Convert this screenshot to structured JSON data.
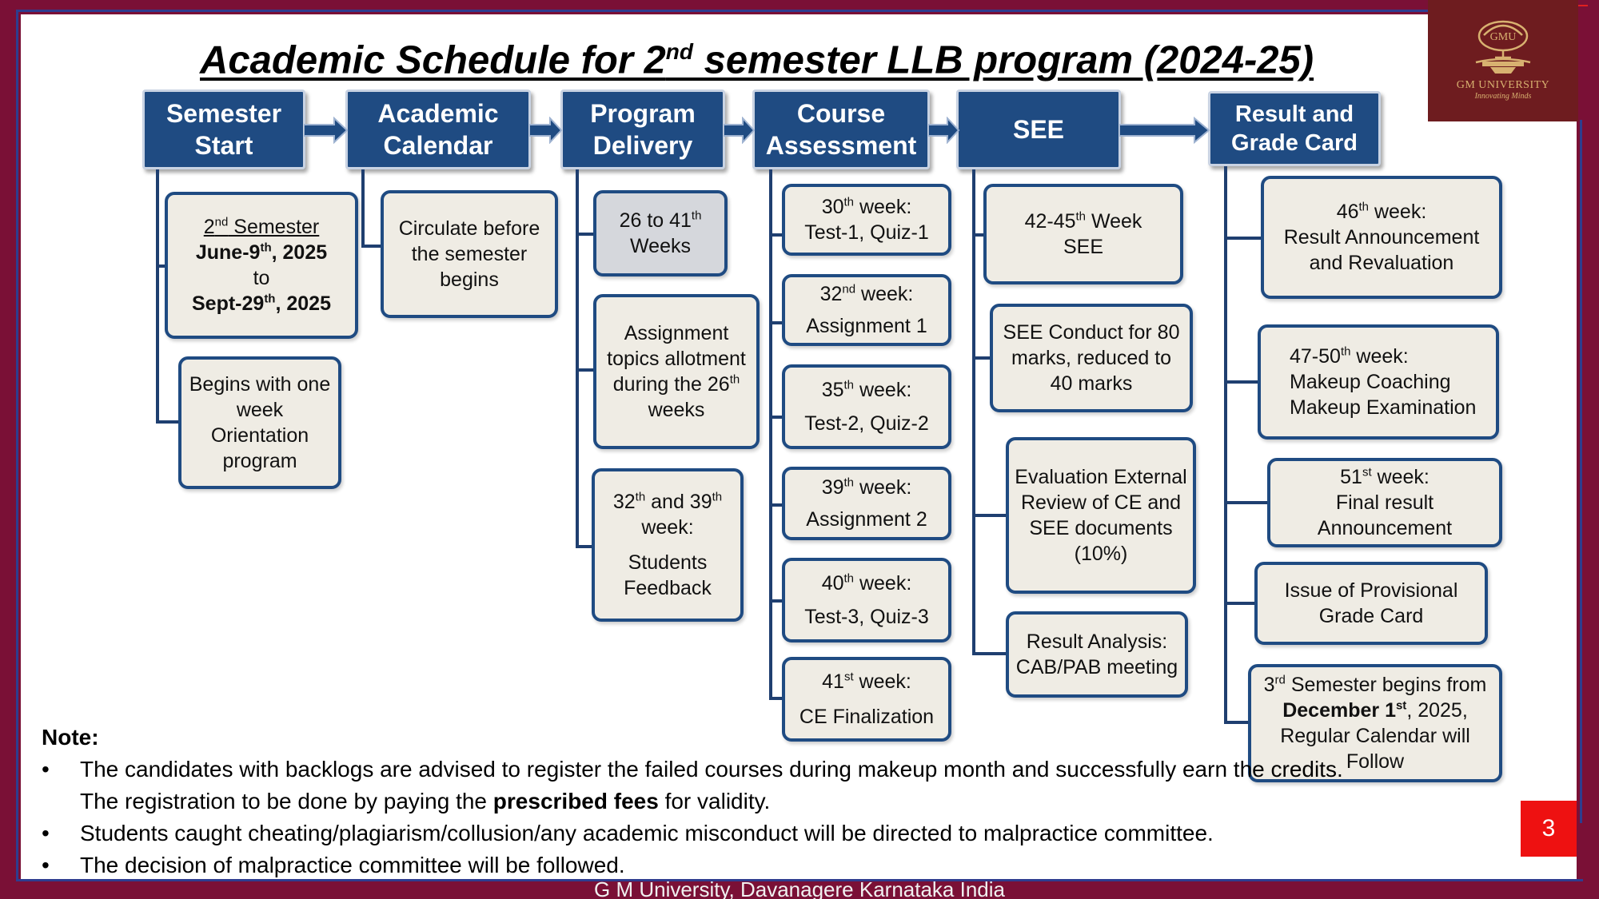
{
  "title": {
    "part1": "Academic Schedule for 2",
    "sup": "nd",
    "part2": " semester LLB program (2024-25)"
  },
  "logo": {
    "name": "GM UNIVERSITY",
    "tagline": "Innovating Minds"
  },
  "headers": [
    "Semester Start",
    "Academic Calendar",
    "Program Delivery",
    "Course Assessment",
    "SEE",
    "Result and Grade Card"
  ],
  "semester_start": {
    "box1": {
      "l1a": "2",
      "l1sup": "nd",
      "l1b": " Semester",
      "l2a": "June-9",
      "l2sup": "th",
      "l2b": ", 2025",
      "l3": "to",
      "l4a": "Sept-29",
      "l4sup": "th",
      "l4b": ", 2025"
    },
    "box2": "Begins with one week Orientation program"
  },
  "academic_calendar": {
    "box1": "Circulate before the semester begins"
  },
  "program_delivery": {
    "box1": {
      "a": "26 to 41",
      "sup": "th",
      "b": " Weeks"
    },
    "box2": {
      "a": "Assignment topics allotment during the 26",
      "sup": "th",
      "b": " weeks"
    },
    "box3": {
      "a1": "32",
      "sup1": "th",
      "a2": " and 39",
      "sup2": "th",
      "a3": " week:",
      "b": "Students Feedback"
    }
  },
  "course_assessment": [
    {
      "num": "30",
      "sup": "th",
      "suffix": " week:",
      "detail": "Test-1, Quiz-1"
    },
    {
      "num": "32",
      "sup": "nd",
      "suffix": " week:",
      "detail": "Assignment 1"
    },
    {
      "num": "35",
      "sup": "th",
      "suffix": " week:",
      "detail": "Test-2, Quiz-2"
    },
    {
      "num": "39",
      "sup": "th",
      "suffix": " week:",
      "detail": "Assignment 2"
    },
    {
      "num": "40",
      "sup": "th",
      "suffix": " week:",
      "detail": "Test-3, Quiz-3"
    },
    {
      "num": "41",
      "sup": "st",
      "suffix": " week:",
      "detail": "CE Finalization"
    }
  ],
  "see": {
    "box1": {
      "a": "42-45",
      "sup": "th",
      "b": " Week",
      "c": "SEE"
    },
    "box2": "SEE Conduct for 80 marks, reduced to 40 marks",
    "box3": "Evaluation External Review of CE and SEE documents (10%)",
    "box4": "Result Analysis: CAB/PAB meeting"
  },
  "result": {
    "box1": {
      "num": "46",
      "sup": "th",
      "suffix": " week:",
      "detail": "Result  Announcement and Revaluation"
    },
    "box2": {
      "num": "47-50",
      "sup": "th",
      "suffix": " week:",
      "l2": "Makeup Coaching",
      "l3": "Makeup Examination"
    },
    "box3": {
      "num": "51",
      "sup": "st",
      "suffix": " week:",
      "l2": "Final result",
      "l3": "Announcement"
    },
    "box4": "Issue of Provisional Grade Card",
    "box5": {
      "a": "3",
      "sup1": "rd",
      "b": " Semester begins from",
      "c": "December 1",
      "sup2": "st",
      "d": ", 2025,",
      "e": "Regular Calendar will Follow"
    }
  },
  "note": {
    "heading": "Note:",
    "bullet_char": "•",
    "b1a": "The candidates with backlogs are advised to register the failed courses during makeup month and successfully earn the credits. The registration to be done by paying the ",
    "b1bold": "prescribed fees",
    "b1b": " for validity.",
    "b2": "Students caught cheating/plagiarism/collusion/any academic misconduct will be directed to malpractice committee.",
    "b3": "The decision of malpractice committee will be followed."
  },
  "footer": "G M University, Davanagere Karnataka India",
  "page_number": "3",
  "colors": {
    "header_fill": "#1f4b82",
    "box_fill": "#efece4",
    "border_bg": "#7a1036",
    "logo_bg": "#6e1c1f",
    "page_badge": "#ee1111"
  }
}
